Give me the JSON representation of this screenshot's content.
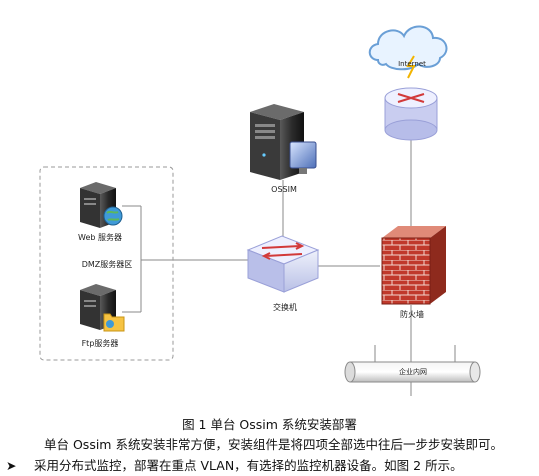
{
  "diagram": {
    "nodes": {
      "internet": "Internet",
      "ossim": "OSSIM",
      "web_server": "Web 服务器",
      "dmz": "DMZ服务器区",
      "ftp_server": "Ftp服务器",
      "switch": "交换机",
      "firewall": "防火墙",
      "intranet": "企业内网"
    }
  },
  "caption": "图 1 单台 Ossim 系统安装部署",
  "paragraph": "单台 Ossim 系统安装非常方便，安装组件是将四项全部选中往后一步步安装即可。",
  "bullet": {
    "marker": "➤",
    "text": "采用分布式监控，部署在重点 VLAN，有选择的监控机器设备。如图 2 所示。"
  }
}
